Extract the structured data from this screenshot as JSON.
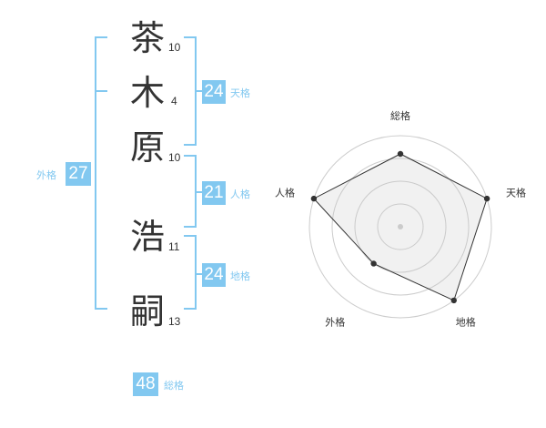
{
  "name": {
    "characters": [
      {
        "char": "茶",
        "strokes": "10"
      },
      {
        "char": "木",
        "strokes": "4"
      },
      {
        "char": "原",
        "strokes": "10"
      },
      {
        "char": "浩",
        "strokes": "11"
      },
      {
        "char": "嗣",
        "strokes": "13"
      }
    ]
  },
  "scores": {
    "tenkaku": {
      "value": "24",
      "label": "天格"
    },
    "jinkaku": {
      "value": "21",
      "label": "人格"
    },
    "chikaku": {
      "value": "24",
      "label": "地格"
    },
    "gaikaku": {
      "value": "27",
      "label": "外格"
    },
    "soukaku": {
      "value": "48",
      "label": "総格"
    }
  },
  "colors": {
    "accent": "#82c8f0",
    "text": "#333333",
    "grid": "#cccccc",
    "fill": "#f0f0f0"
  },
  "chart_data": {
    "type": "radar",
    "categories": [
      "総格",
      "天格",
      "地格",
      "外格",
      "人格"
    ],
    "values": [
      0.8,
      1.0,
      1.0,
      0.5,
      1.0
    ],
    "rmax": 1.0,
    "rings": 4
  }
}
